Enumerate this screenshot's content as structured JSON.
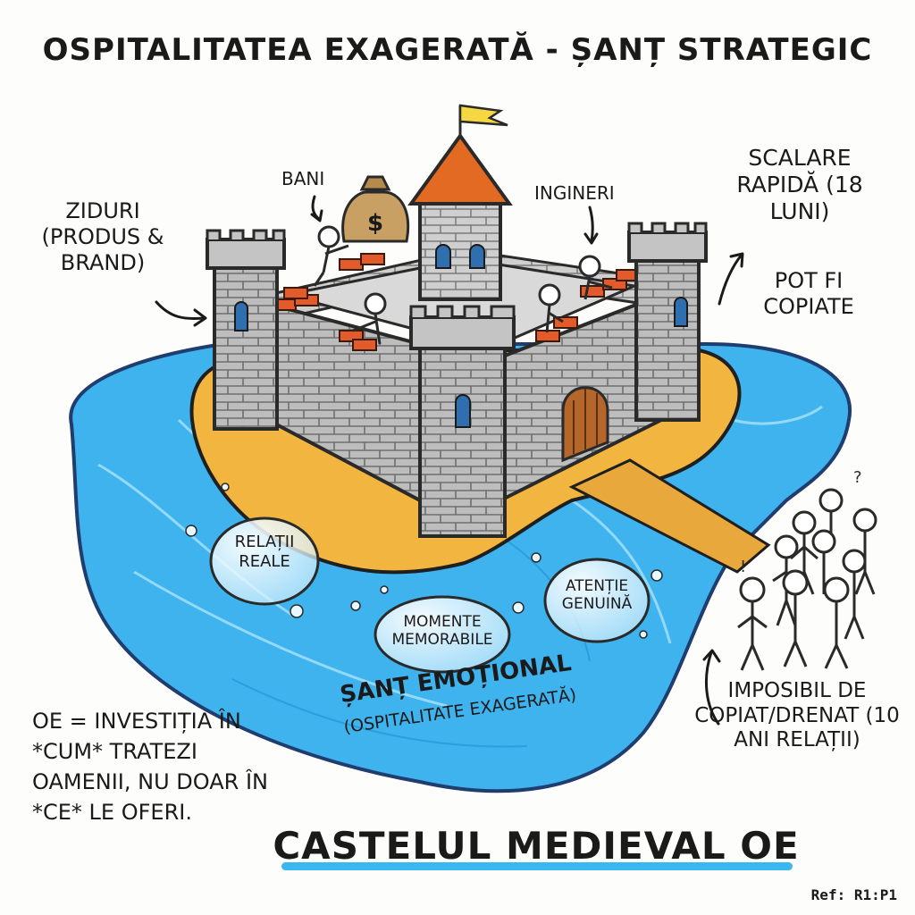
{
  "title": "OSPITALITATEA EXAGERATĂ - ȘANȚ STRATEGIC",
  "labels": {
    "ziduri": "ZIDURI (PRODUS & BRAND)",
    "bani": "BANI",
    "ingineri": "INGINERI",
    "scalare": "SCALARE RAPIDĂ (18 LUNI)",
    "copiate": "POT FI COPIATE",
    "imposibil": "IMPOSIBIL DE COPIAT/DRENAT (10 ANI RELAȚII)"
  },
  "money_bag_symbol": "$",
  "bubbles": {
    "relatii": "RELAȚII REALE",
    "momente": "MOMENTE MEMORABILE",
    "atentie": "ATENȚIE GENUINĂ"
  },
  "moat": {
    "title": "ȘANȚ EMOȚIONAL",
    "subtitle": "(OSPITALITATE EXAGERATĂ)"
  },
  "oe_note": "OE = INVESTIȚIA ÎN *CUM* TRATEZI OAMENII, NU DOAR ÎN *CE* LE OFERI.",
  "caption": "CASTELUL MEDIEVAL OE",
  "ref": "Ref: R1:P1",
  "colors": {
    "water": "#3fb3ee",
    "sand": "#f2b640",
    "stone": "#b9b9b9",
    "roof": "#e26a22",
    "flag": "#f5d742",
    "underline": "#3ab6f0"
  }
}
